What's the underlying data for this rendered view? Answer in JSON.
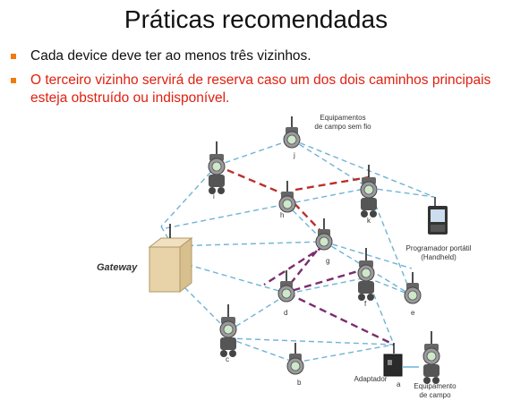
{
  "slide": {
    "title": "Práticas recomendadas",
    "bullets": [
      "Cada device deve ter ao menos três vizinhos.",
      "O terceiro vizinho servirá de reserva caso um dos dois caminhos principais esteja obstruído ou indisponível."
    ]
  },
  "diagram": {
    "caption_wireless_line1": "Equipamentos",
    "caption_wireless_line2": "de campo sem fio",
    "gateway_label": "Gateway",
    "handheld_line1": "Programador portátil",
    "handheld_line2": "(Handheld)",
    "adapter_label": "Adaptador",
    "legacy_line1": "Equipamento",
    "legacy_line2": "de campo",
    "node_labels": {
      "a": "a",
      "b": "b",
      "c": "c",
      "d": "d",
      "e": "e",
      "f": "f",
      "g": "g",
      "h": "h",
      "i": "i",
      "j": "j",
      "k": "k"
    },
    "colors": {
      "mesh_link": "#6fb3d6",
      "primary_path_red": "#b8302a",
      "primary_path_purple": "#7a2d6e",
      "bullet_marker": "#f07a10",
      "bullet2_text": "#e02010",
      "gateway_box": "#e8d2a8"
    }
  }
}
